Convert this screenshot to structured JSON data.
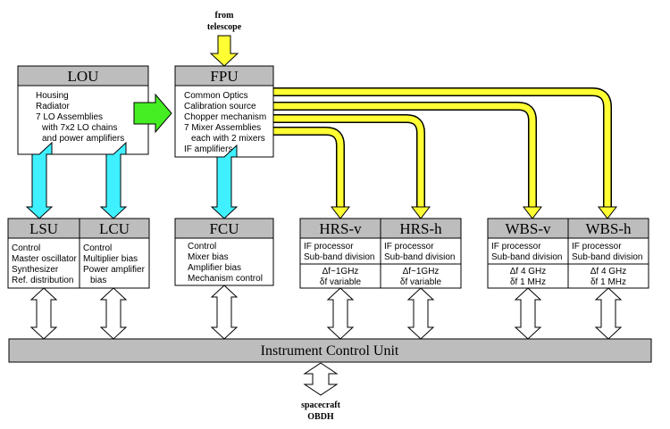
{
  "colors": {
    "header_fill": "#bdbdbd",
    "cyan_arrow": "#3ff0ff",
    "green_arrow": "#44ee22",
    "yellow_pipe": "#ffff33",
    "icu_fill": "#bdbdbd"
  },
  "telescope": {
    "label_line1": "from",
    "label_line2": "telescope"
  },
  "spacecraft": {
    "label_line1": "spacecraft",
    "label_line2": "OBDH"
  },
  "icu": {
    "label": "Instrument Control Unit"
  },
  "blocks": {
    "lou": {
      "title": "LOU",
      "lines": [
        "Housing",
        "Radiator",
        "7 LO Assemblies",
        "with 7x2 LO chains",
        "and power amplifiers"
      ]
    },
    "fpu": {
      "title": "FPU",
      "lines": [
        "Common Optics",
        "Calibration source",
        "Chopper mechanism",
        "7 Mixer Assemblies",
        "each with 2 mixers",
        "IF amplifiers"
      ]
    },
    "lsu": {
      "title": "LSU",
      "lines": [
        "Control",
        "Master oscillator",
        "Synthesizer",
        "Ref. distribution"
      ]
    },
    "lcu": {
      "title": "LCU",
      "lines": [
        "Control",
        "Multiplier bias",
        "Power amplifier",
        "bias"
      ]
    },
    "fcu": {
      "title": "FCU",
      "lines": [
        "Control",
        "Mixer bias",
        "Amplifier bias",
        "Mechanism control"
      ]
    },
    "hrs_v": {
      "title": "HRS-v",
      "lines": [
        "IF processor",
        "Sub-band division"
      ],
      "specs": [
        "Δf~1GHz",
        "δf variable"
      ]
    },
    "hrs_h": {
      "title": "HRS-h",
      "lines": [
        "IF processor",
        "Sub-band division"
      ],
      "specs": [
        "Δf~1GHz",
        "δf variable"
      ]
    },
    "wbs_v": {
      "title": "WBS-v",
      "lines": [
        "IF processor",
        "Sub-band division"
      ],
      "specs": [
        "Δf 4 GHz",
        "δf 1 MHz"
      ]
    },
    "wbs_h": {
      "title": "WBS-h",
      "lines": [
        "IF processor",
        "Sub-band division"
      ],
      "specs": [
        "Δf 4 GHz",
        "δf 1 MHz"
      ]
    }
  }
}
